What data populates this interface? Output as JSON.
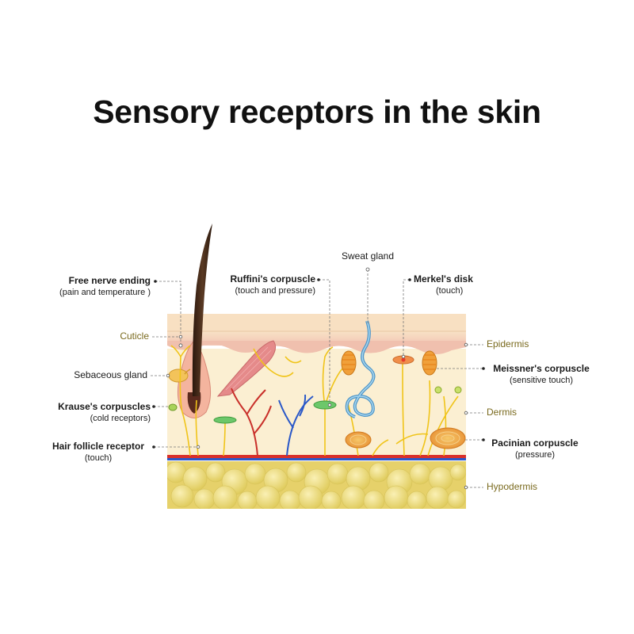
{
  "title": "Sensory receptors in the skin",
  "labels": {
    "free_nerve_ending": {
      "main": "Free nerve ending",
      "sub": "(pain and temperature )"
    },
    "ruffini": {
      "main": "Ruffini's corpuscle",
      "sub": "(touch and pressure)"
    },
    "sweat_gland": {
      "main": "Sweat gland"
    },
    "merkel": {
      "main": "Merkel's disk",
      "sub": "(touch)"
    },
    "cuticle": {
      "main": "Cuticle"
    },
    "epidermis": {
      "main": "Epidermis"
    },
    "sebaceous_gland": {
      "main": "Sebaceous gland"
    },
    "meissner": {
      "main": "Meissner's corpuscle",
      "sub": "(sensitive touch)"
    },
    "krause": {
      "main": "Krause's  corpuscles",
      "sub": "(cold receptors)"
    },
    "dermis": {
      "main": "Dermis"
    },
    "hair_follicle": {
      "main": "Hair follicle receptor",
      "sub": "(touch)"
    },
    "pacinian": {
      "main": "Pacinian corpuscle",
      "sub": "(pressure)"
    },
    "hypodermis": {
      "main": "Hypodermis"
    }
  },
  "colors": {
    "epidermis": "#f6d9b8",
    "dermis": "#fbefd2",
    "hypodermis": "#efdf86",
    "hair": "#3b2416",
    "nerve": "#f0c419",
    "artery": "#d9302a",
    "vein": "#2a58c8",
    "sweat_gland": "#6fb2d8",
    "label_olive": "#7a6a1e"
  }
}
